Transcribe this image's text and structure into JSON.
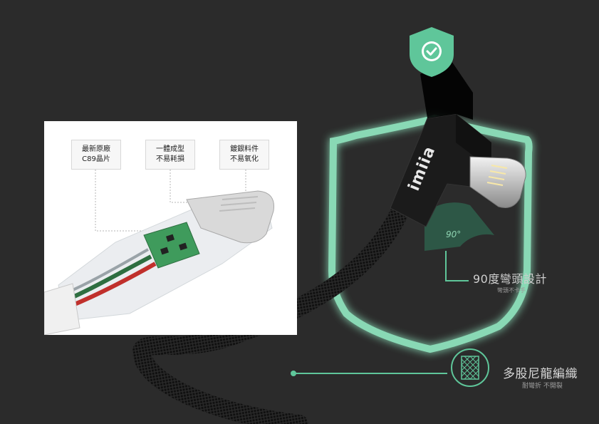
{
  "brand": {
    "logo_text": "imiia"
  },
  "inset": {
    "callouts": [
      {
        "line1": "最新原廠",
        "line2": "C89晶片"
      },
      {
        "line1": "一體成型",
        "line2": "不易耗損"
      },
      {
        "line1": "鍍銀料件",
        "line2": "不易氧化"
      }
    ]
  },
  "features": {
    "bend": {
      "angle_label": "90°",
      "title": "90度彎頭設計",
      "subtitle": "彎頭不卡手"
    },
    "braid": {
      "title": "多股尼龍編織",
      "subtitle": "耐彎折 不開裂"
    }
  },
  "colors": {
    "background": "#2b2b2b",
    "accent_green": "#5fc69a",
    "shield_glow": "#8fe3bd",
    "cable_black": "#1a1a1a"
  },
  "icons": [
    "shield-check-icon",
    "nylon-braid-icon"
  ]
}
